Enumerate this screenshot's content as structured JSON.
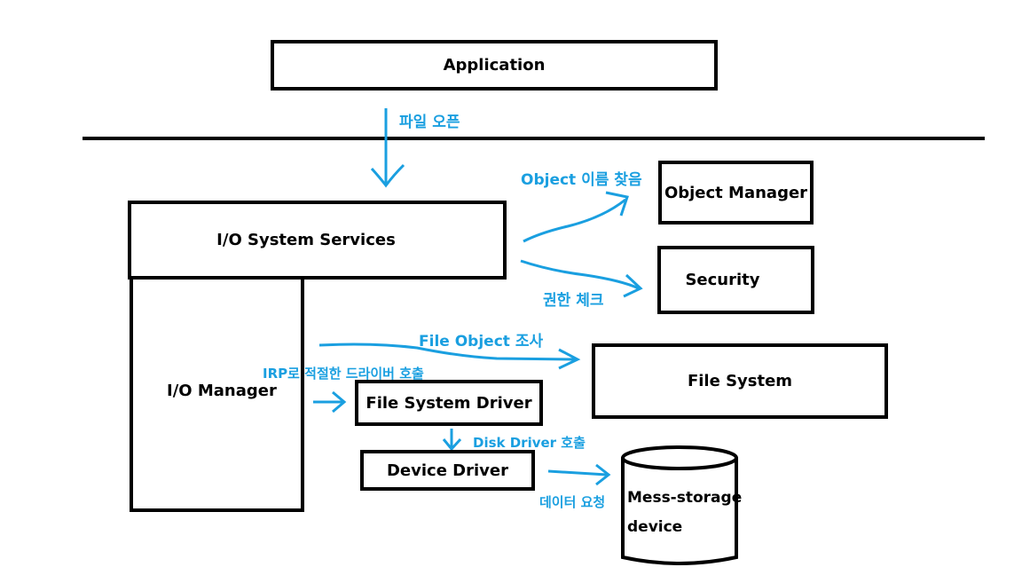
{
  "boxes": {
    "application": "Application",
    "io_system_services": "I/O System Services",
    "io_manager": "I/O Manager",
    "object_manager": "Object Manager",
    "security": "Security",
    "file_system": "File System",
    "file_system_driver": "File System Driver",
    "device_driver": "Device Driver",
    "storage_line1": "Mess-storage",
    "storage_line2": "device"
  },
  "labels": {
    "file_open": "파일 오픈",
    "object_name_lookup": "Object 이름 찾음",
    "permission_check": "권한 체크",
    "file_object_lookup": "File Object 조사",
    "irp_driver_call": "IRP로 적절한 드라이버 호출",
    "disk_driver_call": "Disk Driver 호출",
    "data_request": "데이터 요청"
  },
  "colors": {
    "box_border": "#000000",
    "arrow": "#1a9fe0",
    "divider": "#000000"
  }
}
